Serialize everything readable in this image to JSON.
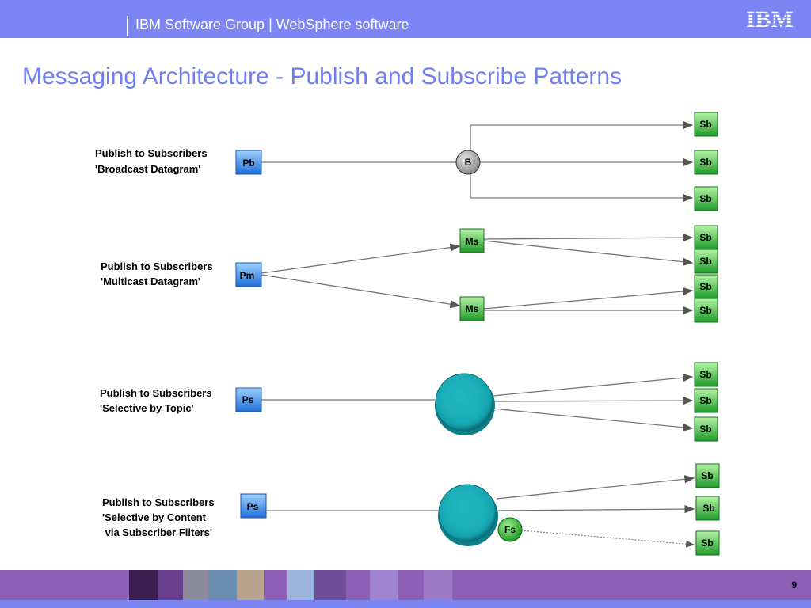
{
  "header": {
    "text": "IBM Software Group | WebSphere software",
    "logo_text": "IBM"
  },
  "title": "Messaging Architecture - Publish and Subscribe Patterns",
  "colors": {
    "header_bar": "#7b86f4",
    "title": "#6f7ff0",
    "footer_bar": "#8d5fb5",
    "publisher_blue": "#3b8ef0",
    "subscriber_green": "#3cc53c",
    "broker_teal": "#1fb6c0"
  },
  "rows": [
    {
      "label_lines": [
        "Publish to Subscribers",
        "'Broadcast Datagram'"
      ],
      "publisher": "Pb",
      "hub": "B",
      "subscribers": [
        "Sb",
        "Sb",
        "Sb"
      ]
    },
    {
      "label_lines": [
        "Publish to Subscribers",
        "'Multicast Datagram'"
      ],
      "publisher": "Pm",
      "hubs": [
        "Ms",
        "Ms"
      ],
      "subscribers": [
        "Sb",
        "Sb",
        "Sb",
        "Sb"
      ]
    },
    {
      "label_lines": [
        "Publish to Subscribers",
        "'Selective by Topic'"
      ],
      "publisher": "Ps",
      "subscribers": [
        "Sb",
        "Sb",
        "Sb"
      ]
    },
    {
      "label_lines": [
        "Publish to Subscribers",
        "'Selective  by Content",
        " via Subscriber Filters'"
      ],
      "publisher": "Ps",
      "filter": "Fs",
      "subscribers": [
        "Sb",
        "Sb",
        "Sb"
      ]
    }
  ],
  "page_number": "9"
}
